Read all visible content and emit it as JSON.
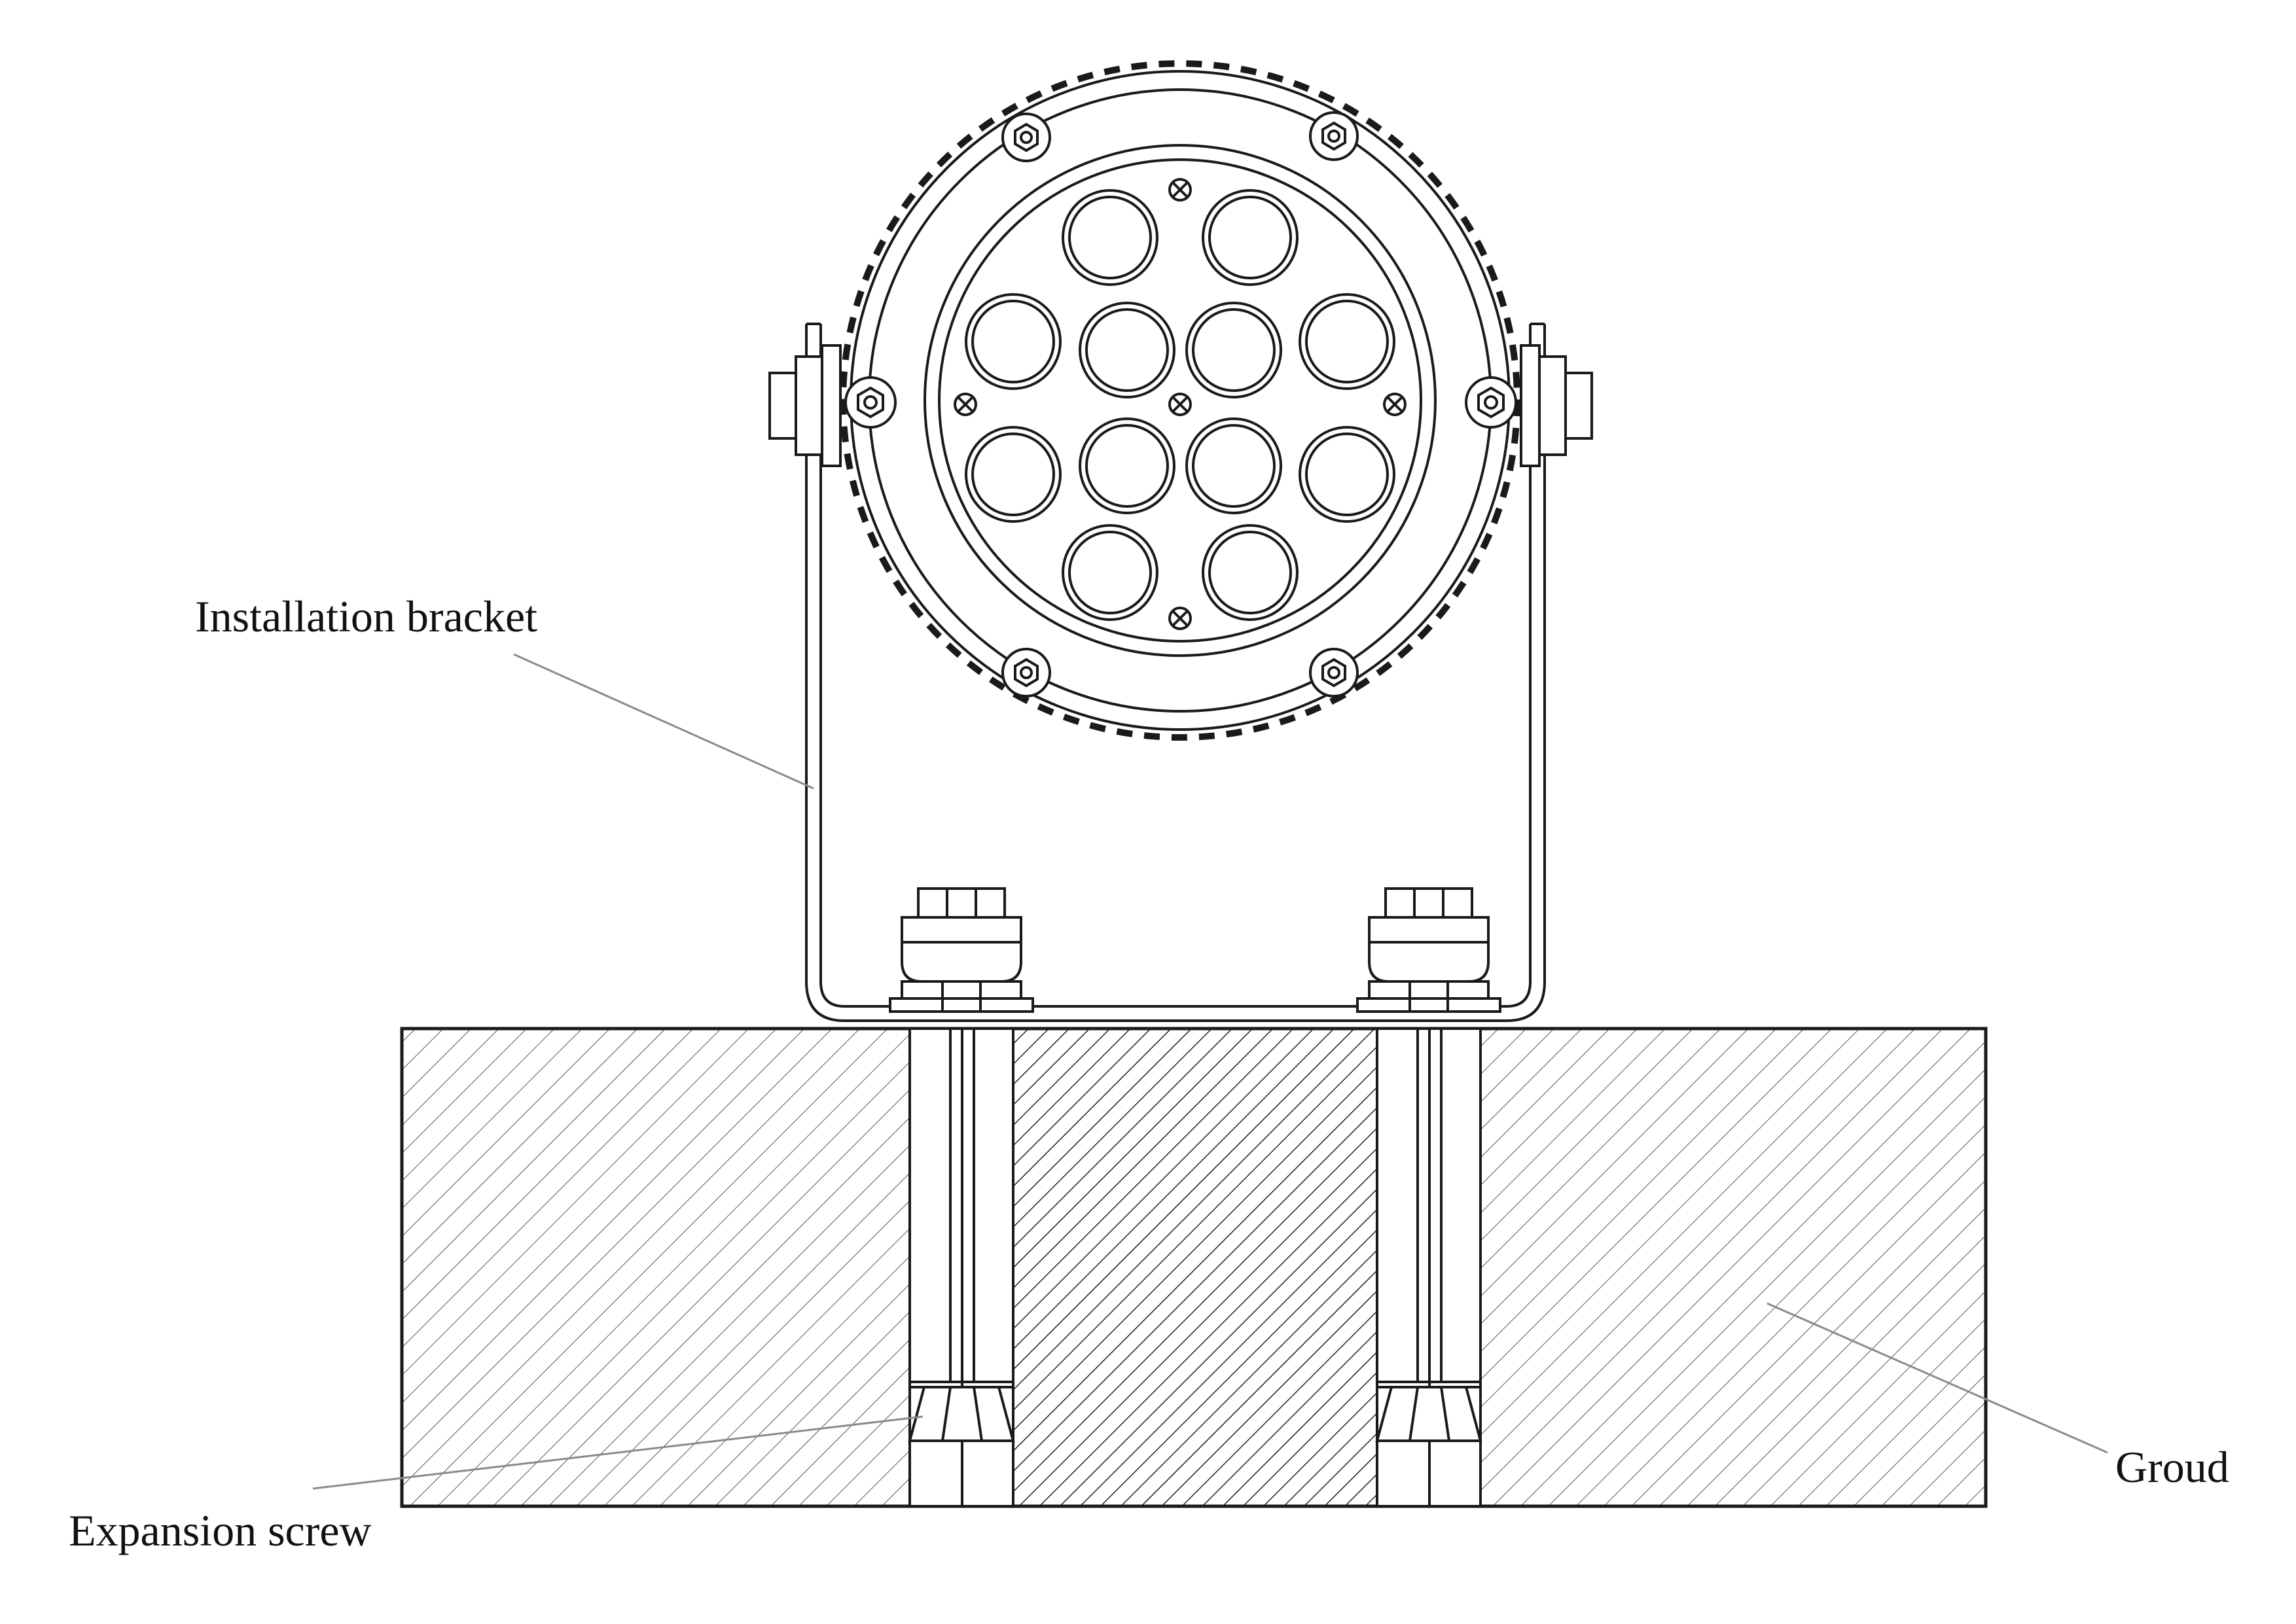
{
  "labels": {
    "installation_bracket": "Installation bracket",
    "expansion_screw": "Expansion screw",
    "ground": "Groud"
  },
  "icons": {
    "led_lamp": "led-lamp-icon",
    "mounting_screw": "screw-icon",
    "nut": "hex-nut-icon"
  },
  "colors": {
    "line": "#1a1a1a",
    "leader": "#8a8a8a",
    "background": "#ffffff"
  }
}
